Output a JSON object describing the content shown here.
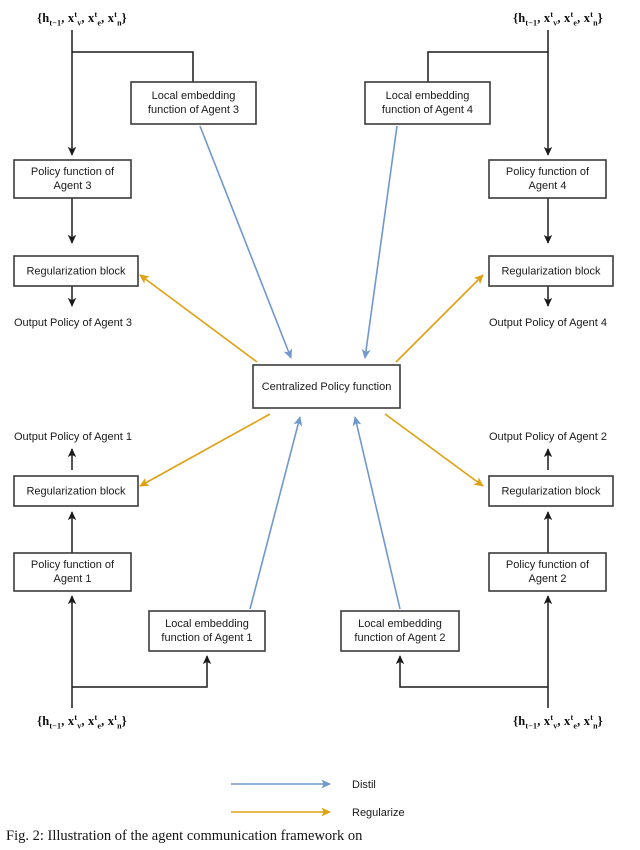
{
  "figure": {
    "caption": "Fig. 2: Illustration of the agent communication framework on",
    "input_label_html": "{<span class=\"var\">h</span><sub>t&#8722;1</sub>, <span class=\"var\">x</span><sup>t</sup><sub>v</sub>, <span class=\"var\">x</span><sup>t</sup><sub>e</sub>, <span class=\"var\">x</span><sup>t</sup><sub>n</sub>}",
    "central_block": "Centralized Policy function",
    "colors": {
      "distil": "#7098ce",
      "regularize": "#e0a010",
      "box_stroke": "#3b3b3b",
      "flow_line": "#1a1a1a",
      "background": "#ffffff"
    }
  },
  "agents": [
    {
      "id": "agent-3",
      "quadrant": "top-left",
      "input_label": "{h_(t-1), x^t_v, x^t_e, x^t_n}",
      "local_embedding": "Local embedding function  of Agent 3",
      "local_embedding_line1": "Local embedding",
      "local_embedding_line2": "function  of Agent 3",
      "policy_function": "Policy function  of Agent 3",
      "policy_function_line1": "Policy function  of",
      "policy_function_line2": "Agent 3",
      "regularization_block": "Regularization block",
      "output_policy": "Output Policy of Agent  3"
    },
    {
      "id": "agent-4",
      "quadrant": "top-right",
      "input_label": "{h_(t-1), x^t_v, x^t_e, x^t_n}",
      "local_embedding": "Local embedding function  of Agent 4",
      "local_embedding_line1": "Local embedding",
      "local_embedding_line2": "function  of Agent 4",
      "policy_function": "Policy function  of Agent 4",
      "policy_function_line1": "Policy function  of",
      "policy_function_line2": "Agent 4",
      "regularization_block": "Regularization block",
      "output_policy": "Output Policy of Agent 4"
    },
    {
      "id": "agent-1",
      "quadrant": "bottom-left",
      "input_label": "{h_(t-1), x^t_v, x^t_e, x^t_n}",
      "local_embedding": "Local embedding function  of Agent 1",
      "local_embedding_line1": "Local embedding",
      "local_embedding_line2": "function  of Agent 1",
      "policy_function": "Policy function  of Agent 1",
      "policy_function_line1": "Policy function  of",
      "policy_function_line2": "Agent 1",
      "regularization_block": "Regularization block",
      "output_policy": "Output Policy of Agent 1"
    },
    {
      "id": "agent-2",
      "quadrant": "bottom-right",
      "input_label": "{h_(t-1), x^t_v, x^t_e, x^t_n}",
      "local_embedding": "Local embedding function  of Agent 2",
      "local_embedding_line1": "Local embedding",
      "local_embedding_line2": "function  of Agent 2",
      "policy_function": "Policy function  of Agent 2",
      "policy_function_line1": "Policy function  of",
      "policy_function_line2": "Agent 2",
      "regularization_block": "Regularization block",
      "output_policy": "Output Policy of Agent 2"
    }
  ],
  "legend": {
    "items": [
      {
        "key": "distil",
        "label": "Distil",
        "color": "#7098ce"
      },
      {
        "key": "regularize",
        "label": "Regularize",
        "color": "#e0a010"
      }
    ]
  }
}
